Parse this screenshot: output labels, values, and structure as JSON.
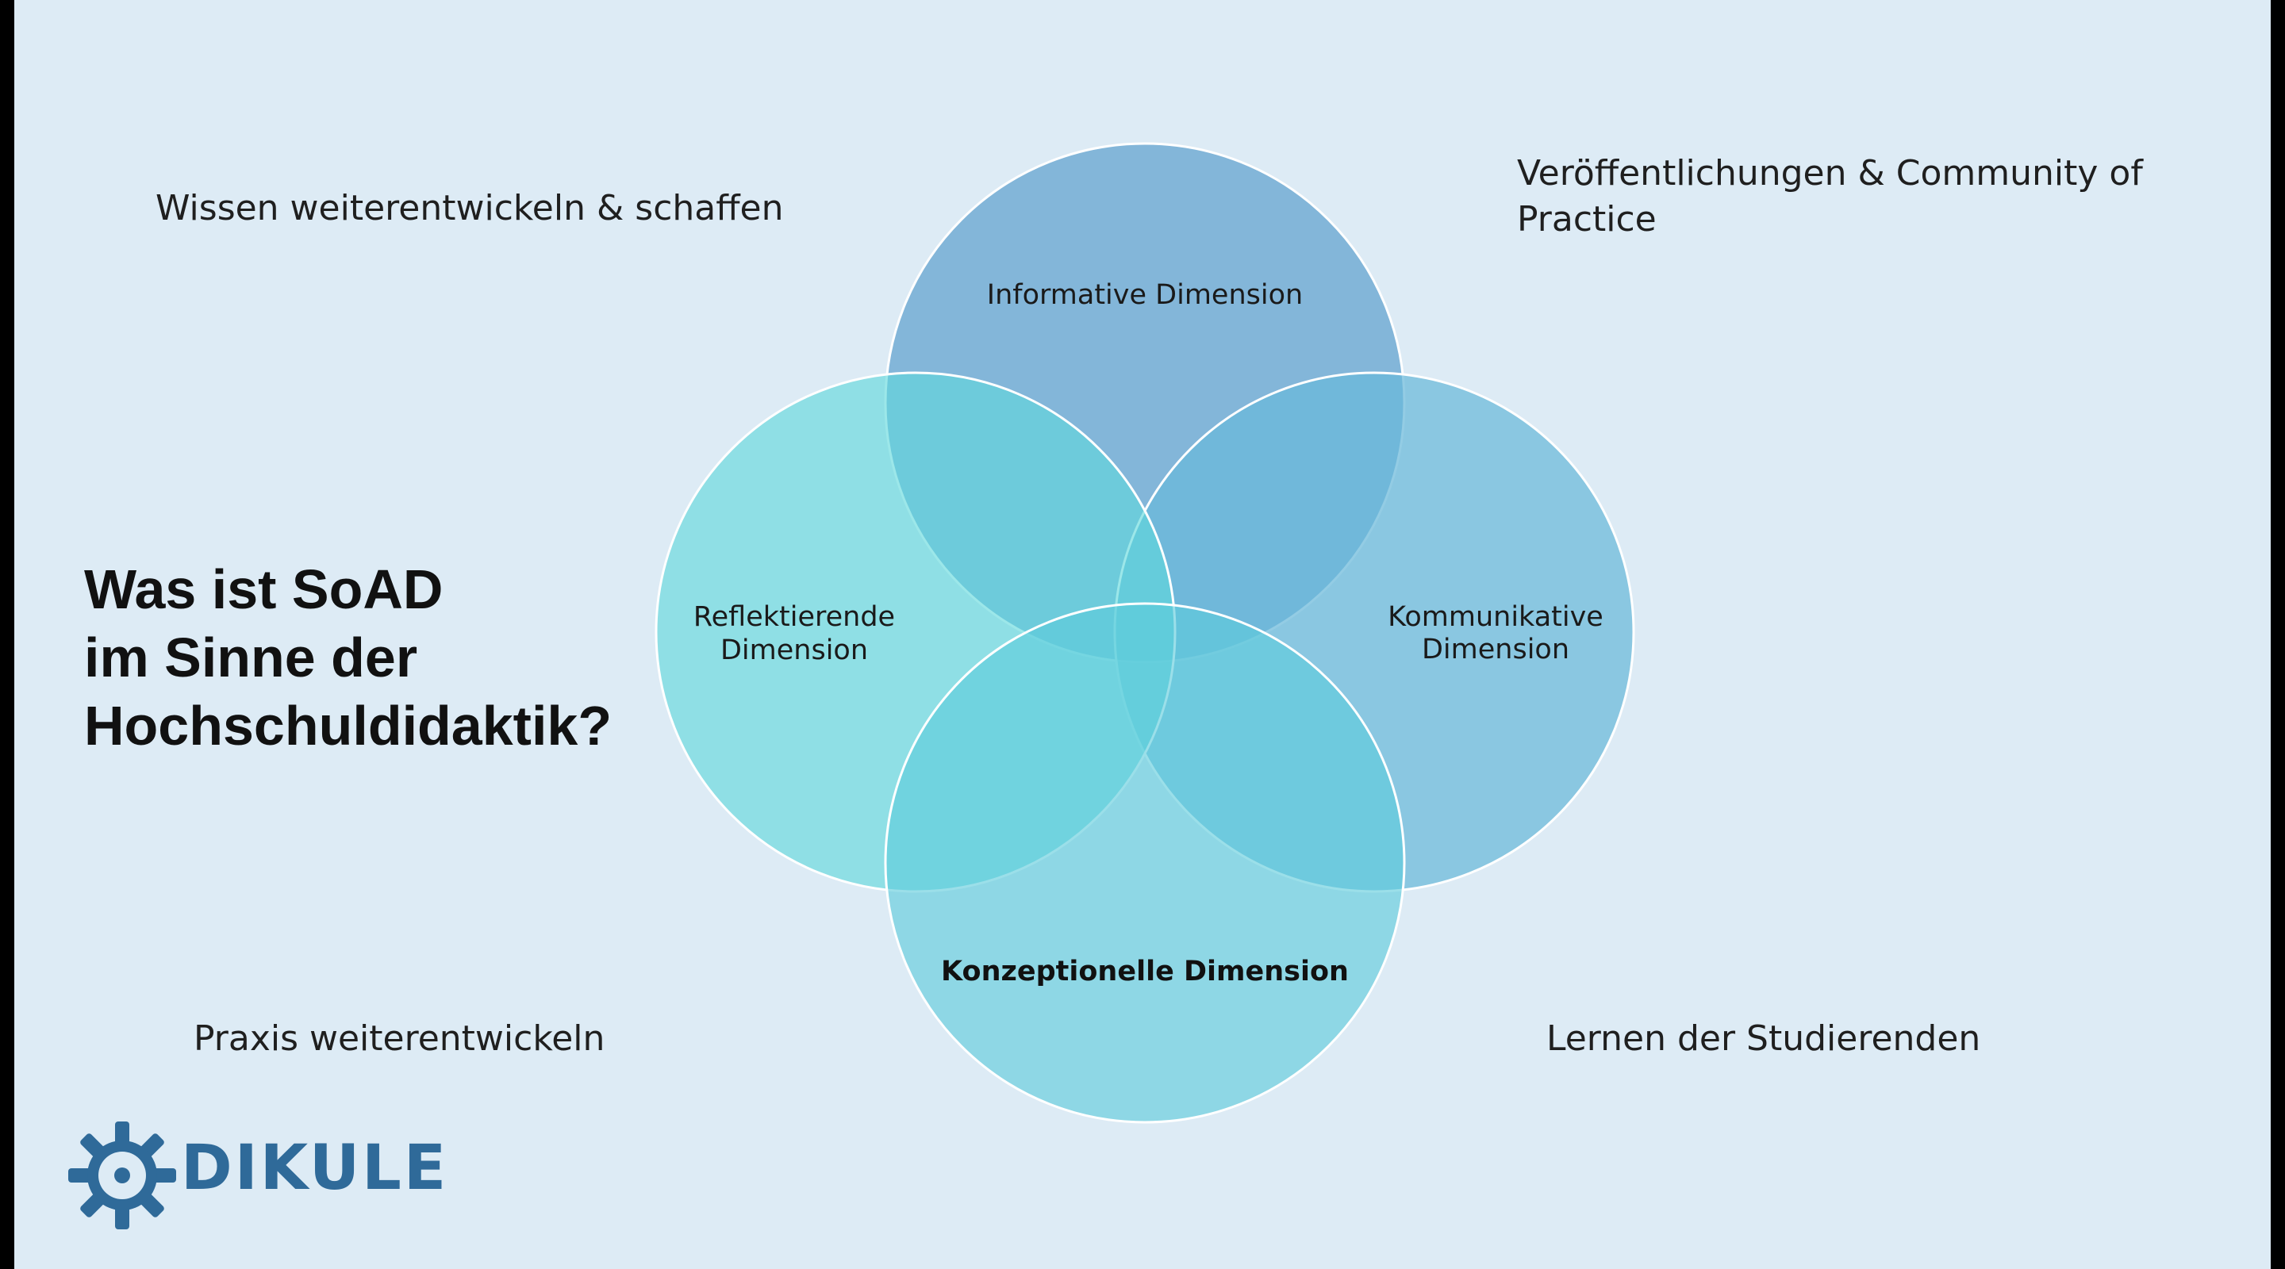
{
  "slide": {
    "title_lines": [
      "Was ist SoAD",
      "im Sinne der",
      "Hochschuldidaktik?"
    ],
    "corners": {
      "top_left": "Wissen weiterentwickeln & schaffen",
      "top_right": "Veröffentlichungen & Community of Practice",
      "bottom_left": "Praxis weiterentwickeln",
      "bottom_right": "Lernen der Studierenden"
    },
    "dimensions": {
      "top": "Informative Dimension",
      "left_line1": "Reflektierende",
      "left_line2": "Dimension",
      "right_line1": "Kommunikative",
      "right_line2": "Dimension",
      "bottom": "Konzeptionelle Dimension"
    },
    "logo": {
      "text": "DIKULE",
      "icon": "gear-icon"
    }
  },
  "colors": {
    "background": "#ddebf5",
    "circle_top": "#7fb5d9",
    "circle_left": "#7fe0e0",
    "circle_right": "#7fc4de",
    "circle_bottom": "#7fd3e0",
    "brand": "#2f6a99"
  }
}
